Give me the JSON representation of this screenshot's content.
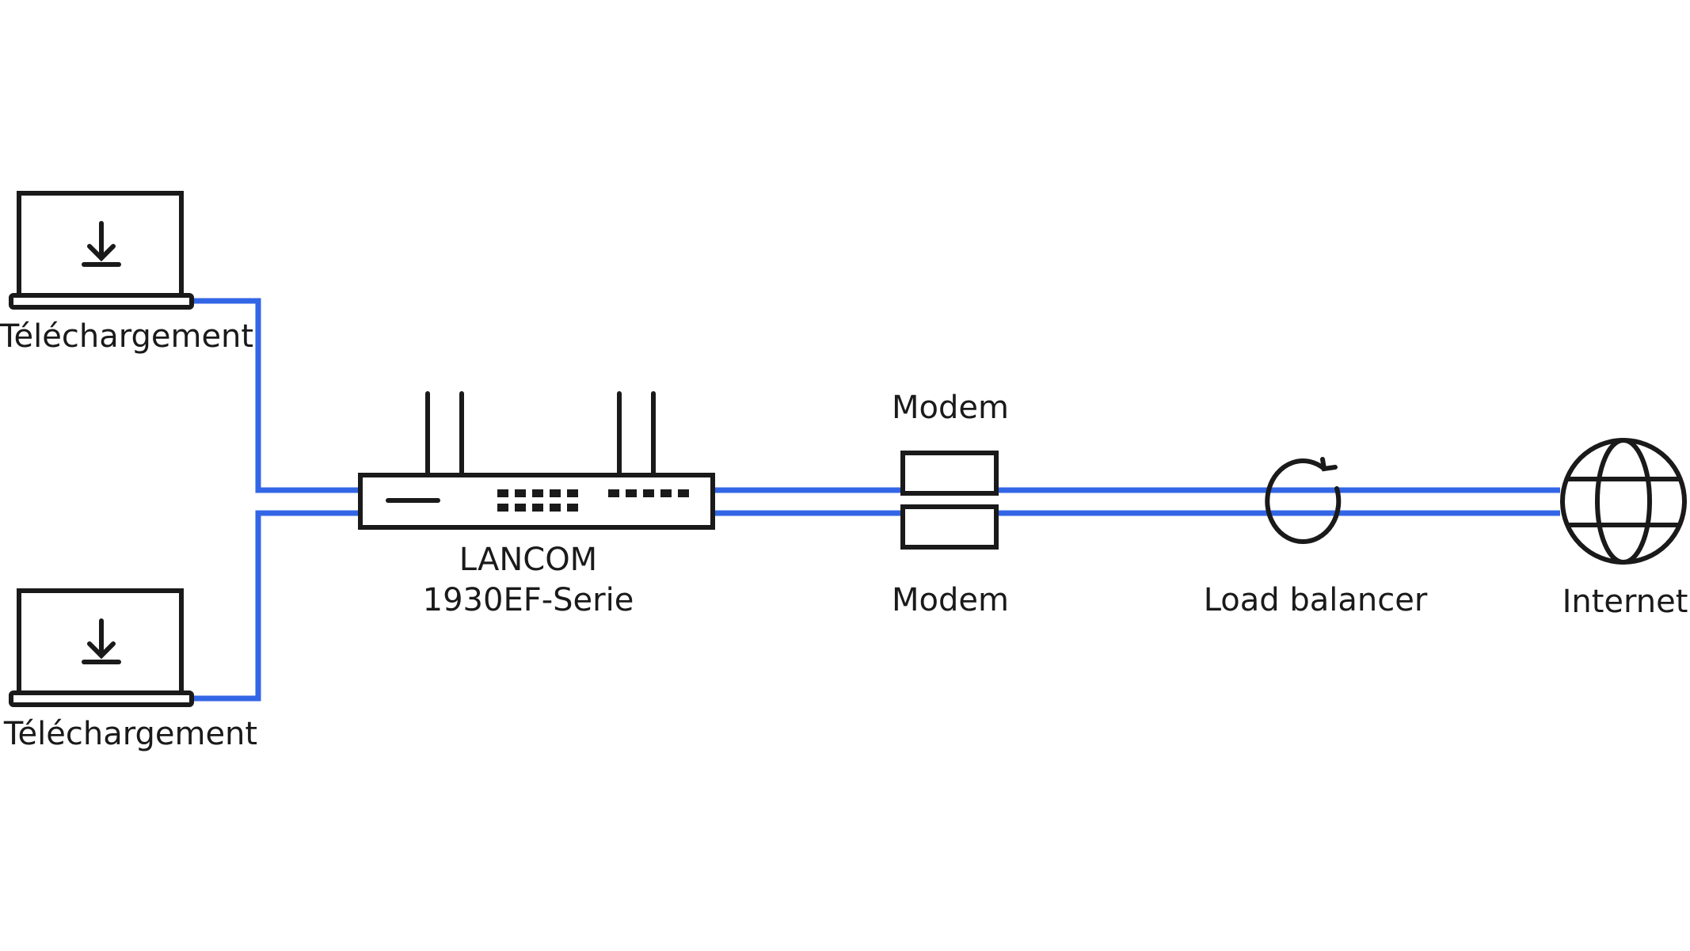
{
  "nodes": {
    "laptop_top": {
      "label": "Téléchargement",
      "icon": "laptop-download-icon"
    },
    "laptop_bottom": {
      "label": "Téléchargement",
      "icon": "laptop-download-icon"
    },
    "router": {
      "label_line1": "LANCOM",
      "label_line2": "1930EF-Serie",
      "icon": "router-icon"
    },
    "modem_top": {
      "label": "Modem",
      "icon": "modem-icon"
    },
    "modem_bottom": {
      "label": "Modem",
      "icon": "modem-icon"
    },
    "load_balancer": {
      "label": "Load balancer",
      "icon": "refresh-icon"
    },
    "internet": {
      "label": "Internet",
      "icon": "globe-icon"
    }
  },
  "colors": {
    "link": "#3366e6",
    "device": "#1a1a1a",
    "background": "#ffffff"
  }
}
